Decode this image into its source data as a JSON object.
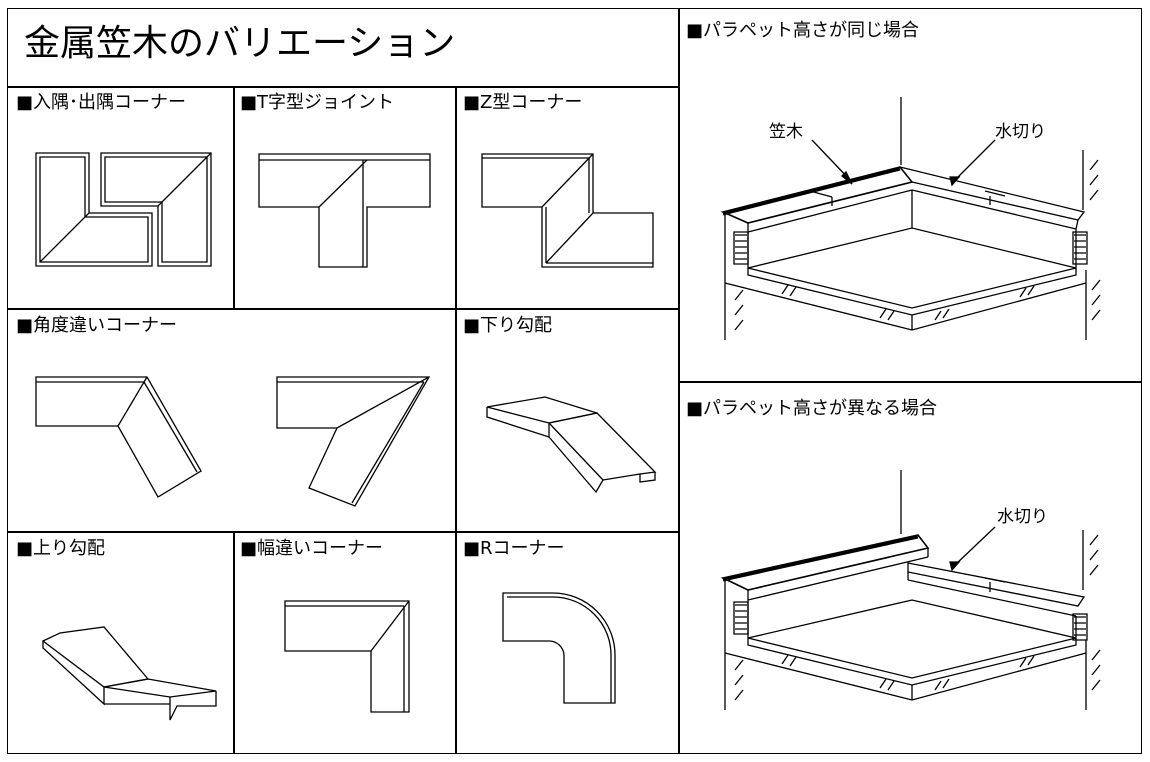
{
  "title": "金属笠木のバリエーション",
  "cells": {
    "corner_in_out": "■入隅･出隅コーナー",
    "t_joint": "■T字型ジョイント",
    "z_corner": "■Z型コーナー",
    "angle_corner": "■角度違いコーナー",
    "down_slope": "■下り勾配",
    "up_slope": "■上り勾配",
    "width_corner": "■幅違いコーナー",
    "r_corner": "■Rコーナー"
  },
  "right_panels": {
    "same_height": {
      "title": "■パラペット高さが同じ場合",
      "label_kasagi": "笠木",
      "label_mizukiri": "水切り"
    },
    "different_height": {
      "title": "■パラペット高さが異なる場合",
      "label_mizukiri": "水切り"
    }
  },
  "colors": {
    "line": "#000000",
    "background": "#ffffff"
  }
}
